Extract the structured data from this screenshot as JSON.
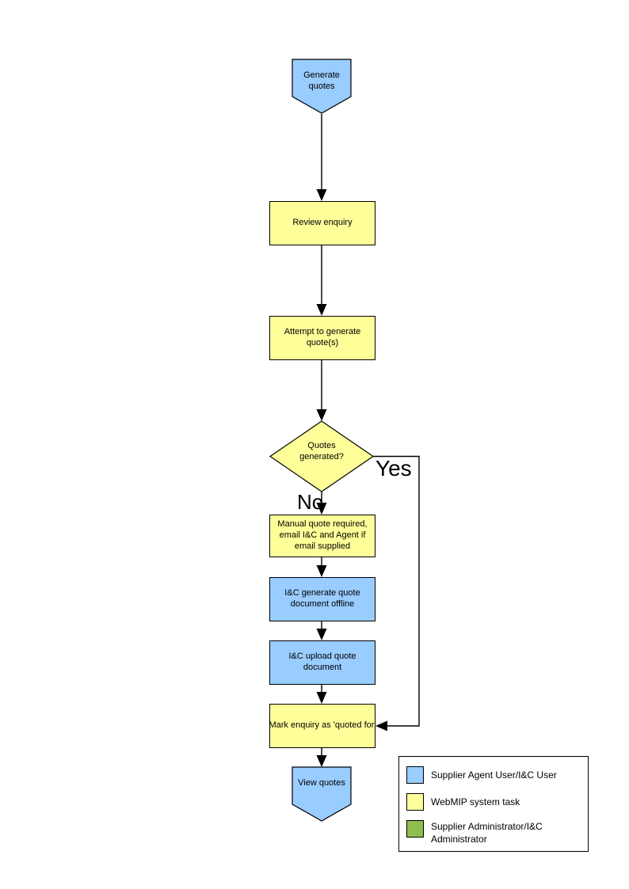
{
  "flowchart": {
    "nodes": [
      {
        "id": "generate-quotes",
        "shape": "off-page-connector",
        "fill": "#99CCFF",
        "label": "Generate quotes"
      },
      {
        "id": "review-enquiry",
        "shape": "process",
        "fill": "#FFFF99",
        "label": "Review enquiry"
      },
      {
        "id": "attempt-generate",
        "shape": "process",
        "fill": "#FFFF99",
        "label": "Attempt to generate quote(s)"
      },
      {
        "id": "quotes-generated",
        "shape": "decision",
        "fill": "#FFFF99",
        "label": "Quotes generated?"
      },
      {
        "id": "manual-quote",
        "shape": "process",
        "fill": "#FFFF99",
        "label": "Manual quote required, email I&C and Agent if email supplied"
      },
      {
        "id": "ic-generate-offline",
        "shape": "process",
        "fill": "#99CCFF",
        "label": "I&C generate quote document offline"
      },
      {
        "id": "ic-upload-quote",
        "shape": "process",
        "fill": "#99CCFF",
        "label": "I&C upload quote document"
      },
      {
        "id": "mark-quoted-for",
        "shape": "process",
        "fill": "#FFFF99",
        "label": "Mark enquiry as 'quoted for'"
      },
      {
        "id": "view-quotes",
        "shape": "off-page-connector",
        "fill": "#99CCFF",
        "label": "View quotes"
      }
    ],
    "branch_labels": {
      "yes": "Yes",
      "no": "No"
    },
    "legend": {
      "items": [
        {
          "swatch_color": "#99CCFF",
          "label": "Supplier Agent User/I&C User"
        },
        {
          "swatch_color": "#FFFF99",
          "label": "WebMIP system task"
        },
        {
          "swatch_color": "#8FBE4F",
          "label": "Supplier Administrator/I&C Administrator"
        }
      ]
    },
    "colors": {
      "blue_fill": "#99CCFF",
      "yellow_fill": "#FFFF99",
      "green_fill": "#8FBE4F",
      "line": "#000000",
      "background": "#FFFFFF"
    }
  }
}
